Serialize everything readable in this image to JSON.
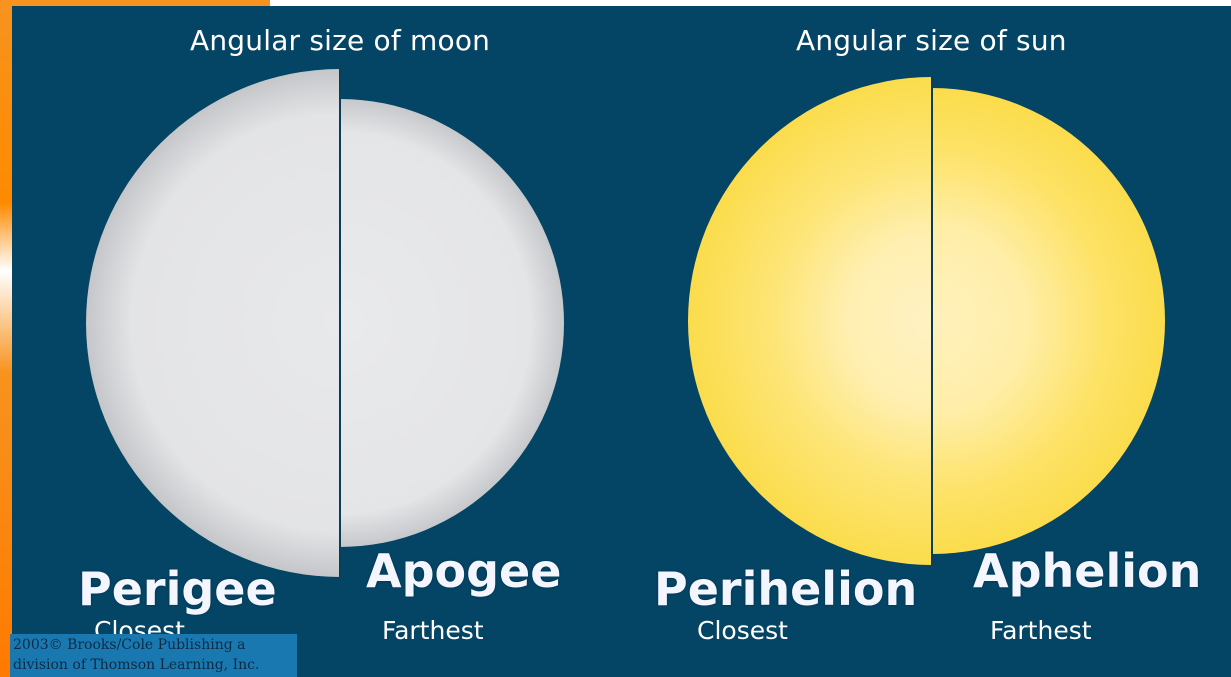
{
  "moon": {
    "title": "Angular size of moon",
    "left_label": "Perigee",
    "left_sub": "Closest",
    "right_label": "Apogee",
    "right_sub": "Farthest"
  },
  "sun": {
    "title": "Angular size of sun",
    "left_label": "Perihelion",
    "left_sub": "Closest",
    "right_label": "Aphelion",
    "right_sub": "Farthest"
  },
  "copyright": {
    "line1": "2003© Brooks/Cole Publishing a",
    "line2": "division of Thomson Learning, Inc."
  },
  "colors": {
    "background": "#044464",
    "moon": "#e6e7e9",
    "sun": "#fde35c",
    "accent": "#f7931e"
  }
}
